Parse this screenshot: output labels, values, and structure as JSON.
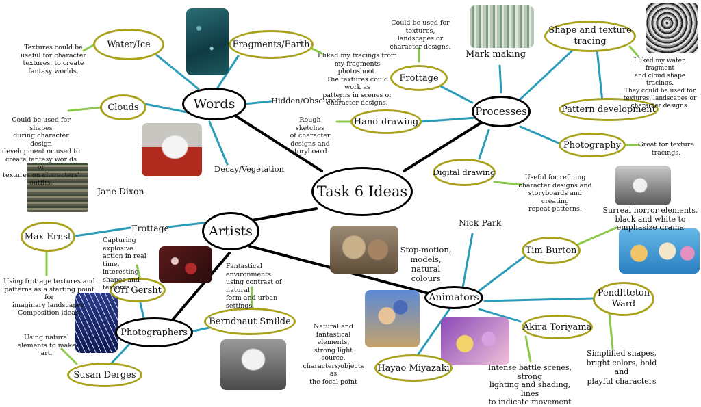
{
  "central": "Task 6 Ideas",
  "hubs": {
    "words": "Words",
    "processes": "Processes",
    "artists": "Artists",
    "animators": "Animators",
    "photographers": "Photographers"
  },
  "words": {
    "water_ice": "Water/Ice",
    "fragments_earth": "Fragments/Earth",
    "clouds": "Clouds",
    "hidden": "Hidden/Obscured",
    "decay": "Decay/Vegetation"
  },
  "processes": {
    "frottage": "Frottage",
    "mark_making": "Mark making",
    "shape_texture": [
      "Shape and texture",
      "tracing"
    ],
    "hand_drawing": "Hand-drawing",
    "pattern_dev": "Pattern development",
    "photography": "Photography",
    "digital_drawing": "Digital drawing"
  },
  "artists": {
    "jane_dixon": "Jane Dixon",
    "frottage": "Frottage",
    "max_ernst": "Max Ernst",
    "ori_gersht": "Ori Gersht",
    "berndnaut": "Berndnaut Smilde",
    "susan_derges": "Susan Derges"
  },
  "animators": {
    "nick_park": "Nick Park",
    "tim_burton": "Tim Burton",
    "pendleton": [
      "Pendltteton",
      "Ward"
    ],
    "akira": "Akira Toriyama",
    "hayao": "Hayao Miyazaki"
  },
  "notes": {
    "water": [
      "Textures could be",
      "useful for character",
      "textures, to create",
      "fantasy worlds."
    ],
    "fragments": [
      "I liked my tracings from",
      "my fragments photoshoot.",
      "The textures could work as",
      "patterns in scenes or",
      "character designs."
    ],
    "clouds": [
      "Could be used for shapes",
      "during character design",
      "development or used to",
      "create fantasy worlds or",
      "textures on characters'",
      "outfits."
    ],
    "frottage_proc": [
      "Could be used for",
      "textures, landscapes or",
      "character designs."
    ],
    "shape_texture": [
      "I liked my water, fragment",
      "and cloud shape tracings.",
      "They could be used for",
      "textures, landscapes or",
      "character designs."
    ],
    "hand_drawing": [
      "Rough sketches",
      "of character",
      "designs and",
      "storyboard."
    ],
    "photography": [
      "Great for texture",
      "tracings."
    ],
    "digital": [
      "Useful for refining",
      "character designs and",
      "storyboards and creating",
      "repeat patterns."
    ],
    "max_ernst": [
      "Using frottage textures and",
      "patterns as a starting point for",
      "imaginary landscapes.",
      "Composition ideas."
    ],
    "ori": [
      "Capturing explosive",
      "action in real time,",
      "interesting shapes and",
      "textures."
    ],
    "berndnaut": [
      "Fantastical environments",
      "using contrast of natural",
      "form and urban settings."
    ],
    "susan": [
      "Using natural",
      "elements to make art."
    ],
    "nick_park": [
      "Stop-motion,",
      "models, natural",
      "colours"
    ],
    "tim_burton": [
      "Surreal horror elements,",
      "black and white to",
      "emphasize drama"
    ],
    "hayao": [
      "Natural and",
      "fantastical elements,",
      "strong light source,",
      "characters/objects as",
      "the focal point"
    ],
    "akira": [
      "Intense battle scenes, strong",
      "lighting and shading, lines",
      "to indicate movement"
    ],
    "pendleton": [
      "Simplified shapes,",
      "bright colors, bold and",
      "playful characters"
    ]
  },
  "colors": {
    "node_border": "#a9a21d",
    "hub_border": "#000000",
    "teal_line": "#2a9cb8",
    "green_line": "#8cc84b",
    "black_line": "#000000"
  }
}
